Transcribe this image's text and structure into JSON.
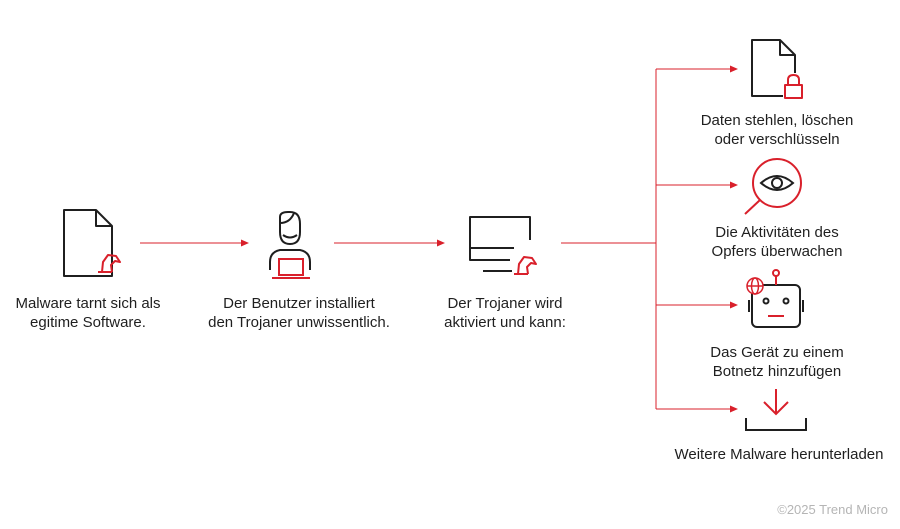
{
  "colors": {
    "accent": "#d9202b",
    "ink": "#1f1f1f",
    "muted": "#b5b5b5"
  },
  "steps": [
    {
      "icon": "document-trojan-icon",
      "lines": [
        "Malware tarnt sich als",
        "egitime Software."
      ]
    },
    {
      "icon": "user-laptop-trojan-icon",
      "lines": [
        "Der Benutzer installiert",
        "den Trojaner unwissentlich."
      ]
    },
    {
      "icon": "monitor-trojan-icon",
      "lines": [
        "Der Trojaner wird",
        "aktiviert und kann:"
      ]
    }
  ],
  "outcomes": [
    {
      "icon": "locked-document-icon",
      "lines": [
        "Daten stehlen, löschen",
        "oder verschlüsseln"
      ]
    },
    {
      "icon": "eye-icon",
      "lines": [
        "Die Aktivitäten des",
        "Opfers überwachen"
      ]
    },
    {
      "icon": "bot-globe-icon",
      "lines": [
        "Das Gerät zu einem",
        "Botnetz hinzufügen"
      ]
    },
    {
      "icon": "download-icon",
      "lines": [
        "Weitere Malware herunterladen"
      ]
    }
  ],
  "footer": {
    "copyright": "©2025 Trend Micro"
  }
}
